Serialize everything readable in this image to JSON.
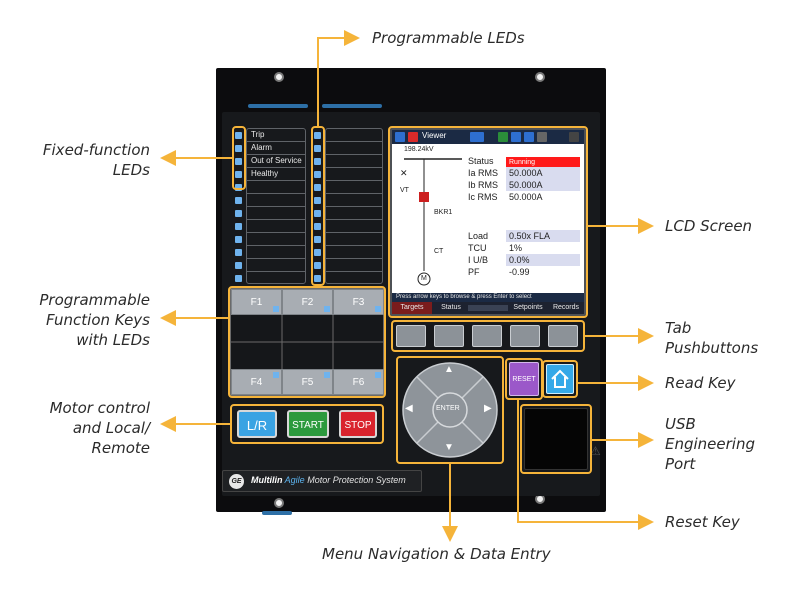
{
  "callouts": {
    "programmable_leds": "Programmable LEDs",
    "fixed_function_leds": "Fixed-function\nLEDs",
    "lcd_screen": "LCD Screen",
    "programmable_function_keys": "Programmable\nFunction Keys\nwith LEDs",
    "tab_pushbuttons": "Tab\nPushbuttons",
    "read_key": "Read Key",
    "motor_control": "Motor control\nand Local/\nRemote",
    "usb_port": "USB\nEngineering\nPort",
    "reset_key": "Reset Key",
    "menu_navigation": "Menu Navigation & Data Entry"
  },
  "fixed_leds": [
    "Trip",
    "Alarm",
    "Out of Service",
    "Healthy"
  ],
  "function_keys": [
    "F1",
    "F2",
    "F3",
    "F4",
    "F5",
    "F6"
  ],
  "motor_buttons": {
    "lr": "L/R",
    "start": "START",
    "stop": "STOP"
  },
  "lcd": {
    "title": "Viewer",
    "voltage_label": "198.24kV",
    "vt_label": "VT",
    "breaker_label": "BKR1",
    "ct_label": "CT",
    "motor_symbol": "M",
    "status_key": "Status",
    "status_value": "Running",
    "rows_top": [
      {
        "k": "Ia RMS",
        "v": "50.000A"
      },
      {
        "k": "Ib RMS",
        "v": "50.000A"
      },
      {
        "k": "Ic RMS",
        "v": "50.000A"
      }
    ],
    "rows_bottom": [
      {
        "k": "Load",
        "v": "0.50x FLA"
      },
      {
        "k": "TCU",
        "v": "1%"
      },
      {
        "k": "I U/B",
        "v": "0.0%"
      },
      {
        "k": "PF",
        "v": "-0.99"
      }
    ],
    "footer_message": "Press arrow keys to browse & press Enter to select",
    "tabs": [
      "Targets",
      "Status",
      "Setpoints",
      "Records"
    ]
  },
  "nav": {
    "enter": "ENTER"
  },
  "reset_label": "RESET",
  "brand": {
    "maker": "Multilin",
    "product_accent": "Agile",
    "product_rest": "Motor Protection System",
    "logo": "GE"
  },
  "colors": {
    "callout_line": "#f5b43a",
    "led": "#6fb3ee",
    "lr": "#3aa3e3",
    "start": "#2c9a3e",
    "stop": "#d9232d",
    "status_running": "#ff1a1a",
    "reset": "#9b58c9",
    "home": "#35a9e8"
  }
}
